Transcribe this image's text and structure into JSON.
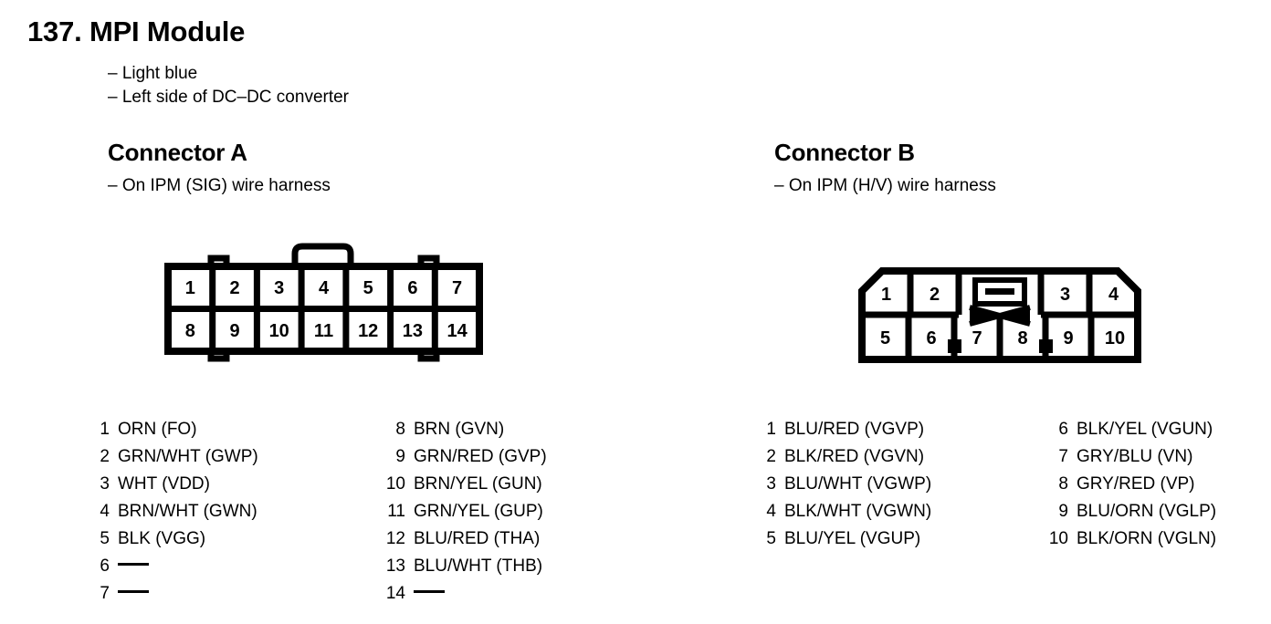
{
  "title": "137. MPI Module",
  "intro_bullets": [
    "– Light blue",
    "– Left side of DC–DC converter"
  ],
  "connector_a": {
    "heading": "Connector A",
    "subtitle": "– On IPM (SIG) wire harness",
    "diagram": {
      "top_row": [
        "1",
        "2",
        "3",
        "4",
        "5",
        "6",
        "7"
      ],
      "bottom_row": [
        "8",
        "9",
        "10",
        "11",
        "12",
        "13",
        "14"
      ]
    },
    "pins_left": [
      {
        "num": "1",
        "label": "ORN (FO)"
      },
      {
        "num": "2",
        "label": "GRN/WHT (GWP)"
      },
      {
        "num": "3",
        "label": "WHT (VDD)"
      },
      {
        "num": "4",
        "label": "BRN/WHT (GWN)"
      },
      {
        "num": "5",
        "label": "BLK (VGG)"
      },
      {
        "num": "6",
        "label": ""
      },
      {
        "num": "7",
        "label": ""
      }
    ],
    "pins_right": [
      {
        "num": "8",
        "label": "BRN (GVN)"
      },
      {
        "num": "9",
        "label": "GRN/RED (GVP)"
      },
      {
        "num": "10",
        "label": "BRN/YEL (GUN)"
      },
      {
        "num": "11",
        "label": "GRN/YEL (GUP)"
      },
      {
        "num": "12",
        "label": "BLU/RED (THA)"
      },
      {
        "num": "13",
        "label": "BLU/WHT (THB)"
      },
      {
        "num": "14",
        "label": ""
      }
    ]
  },
  "connector_b": {
    "heading": "Connector B",
    "subtitle": "– On IPM (H/V) wire harness",
    "diagram": {
      "top_row": [
        "1",
        "2",
        "3",
        "4"
      ],
      "bottom_row": [
        "5",
        "6",
        "7",
        "8",
        "9",
        "10"
      ]
    },
    "pins_left": [
      {
        "num": "1",
        "label": "BLU/RED (VGVP)"
      },
      {
        "num": "2",
        "label": "BLK/RED (VGVN)"
      },
      {
        "num": "3",
        "label": "BLU/WHT (VGWP)"
      },
      {
        "num": "4",
        "label": "BLK/WHT (VGWN)"
      },
      {
        "num": "5",
        "label": "BLU/YEL (VGUP)"
      }
    ],
    "pins_right": [
      {
        "num": "6",
        "label": "BLK/YEL (VGUN)"
      },
      {
        "num": "7",
        "label": "GRY/BLU (VN)"
      },
      {
        "num": "8",
        "label": "GRY/RED (VP)"
      },
      {
        "num": "9",
        "label": "BLU/ORN (VGLP)"
      },
      {
        "num": "10",
        "label": "BLK/ORN (VGLN)"
      }
    ]
  },
  "colors": {
    "ink": "#000000",
    "paper": "#ffffff"
  }
}
